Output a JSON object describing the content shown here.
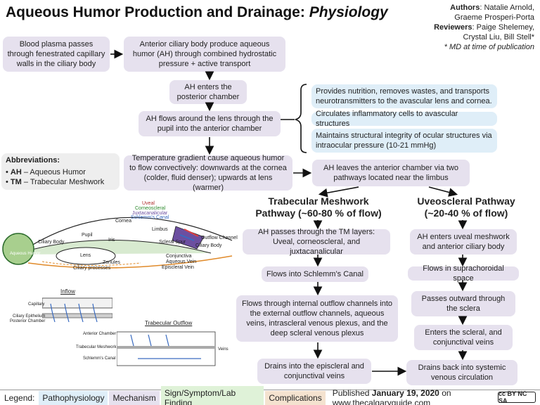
{
  "header": {
    "title_main": "Aqueous Humor Production and Drainage: ",
    "title_sub": "Physiology"
  },
  "authors": {
    "authors_label": "Authors",
    "authors_names_1": "Natalie Arnold,",
    "authors_names_2": "Graeme Prosperi-Porta",
    "reviewers_label": "Reviewers",
    "reviewers_names_1": "Paige Shelemey,",
    "reviewers_names_2": "Crystal Liu, Bill Stell*",
    "footnote": "* MD at time of publication"
  },
  "flow": {
    "blood_plasma": "Blood plasma passes through fenestrated capillary walls in the ciliary body",
    "anterior_ciliary": "Anterior ciliary body produce aqueous humor (AH) through combined hydrostatic pressure + active transport",
    "enters_posterior": "AH enters the posterior chamber",
    "flows_around_lens": "AH flows around the lens through the pupil into the anterior chamber",
    "temperature_gradient": "Temperature gradient cause aqueous humor to flow convectively: downwards at the cornea (colder, fluid denser); upwards at lens (warmer)",
    "leaves_anterior": "AH leaves the anterior chamber via two pathways located near the limbus"
  },
  "functions": [
    "Provides nutrition, removes wastes, and transports neurotransmitters to the avascular lens and cornea.",
    "Circulates inflammatory cells to avascular structures",
    "Maintains structural integrity of ocular structures via intraocular pressure (10-21 mmHg)"
  ],
  "abbreviations": {
    "heading": "Abbreviations:",
    "items": [
      {
        "abbr": "AH",
        "meaning": " – Aqueous Humor"
      },
      {
        "abbr": "TM",
        "meaning": " – Trabecular Meshwork"
      }
    ]
  },
  "trabecular": {
    "title": "Trabecular Meshwork Pathway (~60-80 % of flow)",
    "steps": [
      "AH passes through the TM layers: Uveal, corneoscleral, and juxtacanalicular",
      "Flows into Schlemm’s Canal",
      "Flows through internal outflow channels into the external outflow channels, aqueous veins, intrascleral venous plexus, and the deep scleral venous plexus",
      "Drains into the episcleral and conjunctival veins"
    ]
  },
  "uveoscleral": {
    "title": "Uveoscleral Pathway (~20-40 % of flow)",
    "steps": [
      "AH enters uveal meshwork and anterior ciliary body",
      "Flows in suprachoroidal space",
      "Passes outward through the sclera",
      "Enters the scleral, and conjunctival veins",
      "Drains back into systemic venous circulation"
    ]
  },
  "eye_diagram": {
    "uveal": "Uveal",
    "corneoscleral": "Corneoscleral",
    "juxtacanalicular": "Juxtacanalicular",
    "schlemms": "Schlemm’s Canal",
    "cornea": "Cornea",
    "limbus": "Limbus",
    "pupil": "Pupil",
    "iris": "Iris",
    "ciliary_body_left": "Ciliary Body",
    "lens": "Lens",
    "scleral_spur": "Scleral Spur",
    "outflow_channel": "Outflow Channel",
    "ciliary_body_right": "Ciliary Body",
    "zonules": "Zonules",
    "conjunctiva": "Conjunctiva",
    "aqueous_vein": "Aqueous Vein",
    "episcleral_vein": "Episcleral Vein",
    "ciliary_processes": "Ciliary processes",
    "aqueous_humor": "Aqueous Humor"
  },
  "inflow_diagram": {
    "title": "Inflow",
    "capillary": "Capillary",
    "ciliary_epithelium": "Ciliary Epithelium",
    "posterior_chamber": "Posterior Chamber"
  },
  "outflow_diagram": {
    "title": "Trabecular Outflow",
    "anterior_chamber": "Anterior Chamber",
    "trabecular_meshwork": "Trabecular Meshwork",
    "schlemms_canal": "Schlemm’s Canal",
    "veins": "Veins"
  },
  "legend": {
    "label": "Legend:",
    "items": [
      {
        "label": "Pathophysiology",
        "color": "#dfeef8"
      },
      {
        "label": "Mechanism",
        "color": "#e6e1ee"
      },
      {
        "label": "Sign/Symptom/Lab Finding",
        "color": "#dff2d8"
      },
      {
        "label": "Complications",
        "color": "#f4e2cf"
      }
    ],
    "published_prefix": "Published ",
    "published_date": "January 19, 2020",
    "published_suffix": " on www.thecalgaryguide.com",
    "license": "cc BY NC SA"
  }
}
